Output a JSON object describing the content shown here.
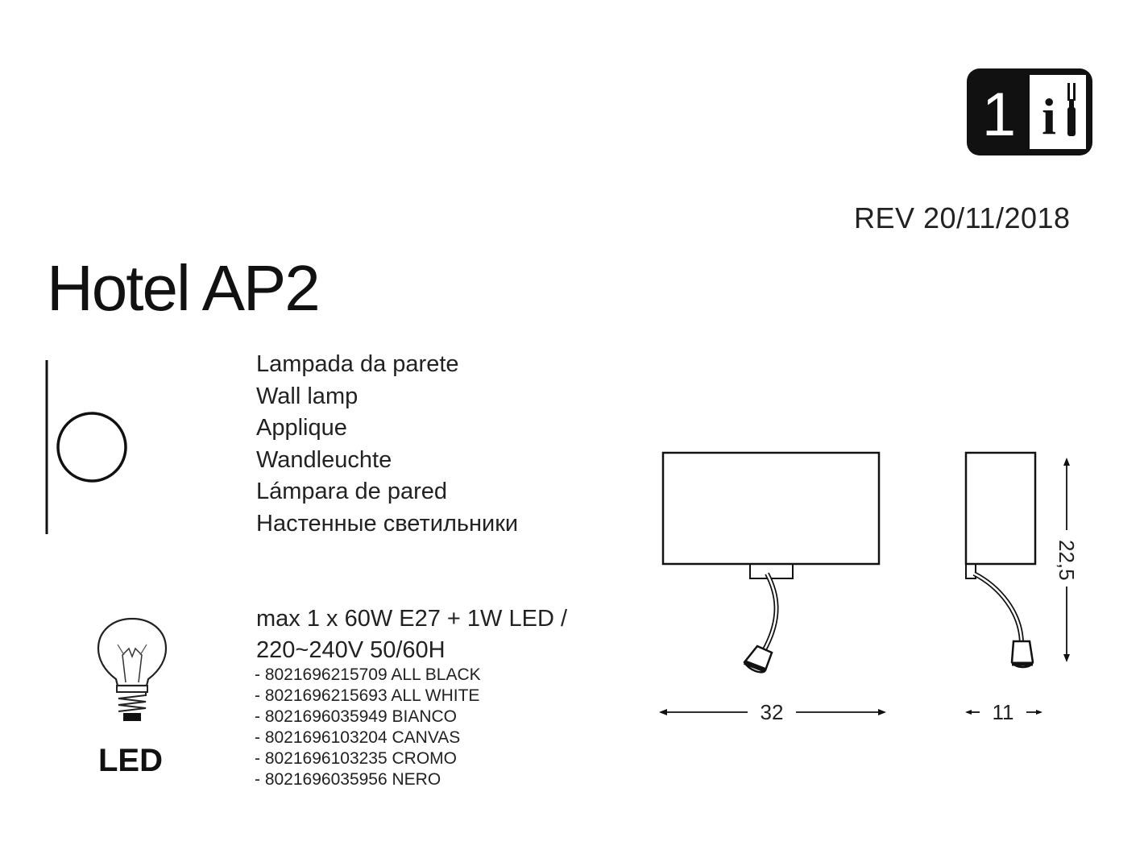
{
  "badge": {
    "number": "1",
    "info_letter": "i"
  },
  "revision": "REV 20/11/2018",
  "product_title": "Hotel AP2",
  "descriptions": [
    "Lampada da parete",
    "Wall lamp",
    "Applique",
    "Wandleuchte",
    "Lámpara de pared",
    "Настенные светильники"
  ],
  "led_label": "LED",
  "specs": {
    "line1": "max 1 x 60W E27 + 1W LED /",
    "line2": "220~240V 50/60H"
  },
  "codes": [
    "- 8021696215709 ALL BLACK",
    "- 8021696215693 ALL WHITE",
    "- 8021696035949 BIANCO",
    "- 8021696103204 CANVAS",
    "- 8021696103235 CROMO",
    "- 8021696035956 NERO"
  ],
  "dimensions": {
    "width": "32",
    "depth": "11",
    "height": "22,5"
  },
  "icons": [
    "wall-lamp-symbol-icon",
    "bulb-icon",
    "screwdriver-icon",
    "info-icon"
  ],
  "colors": {
    "ink": "#1a1a1a",
    "background": "#ffffff"
  }
}
